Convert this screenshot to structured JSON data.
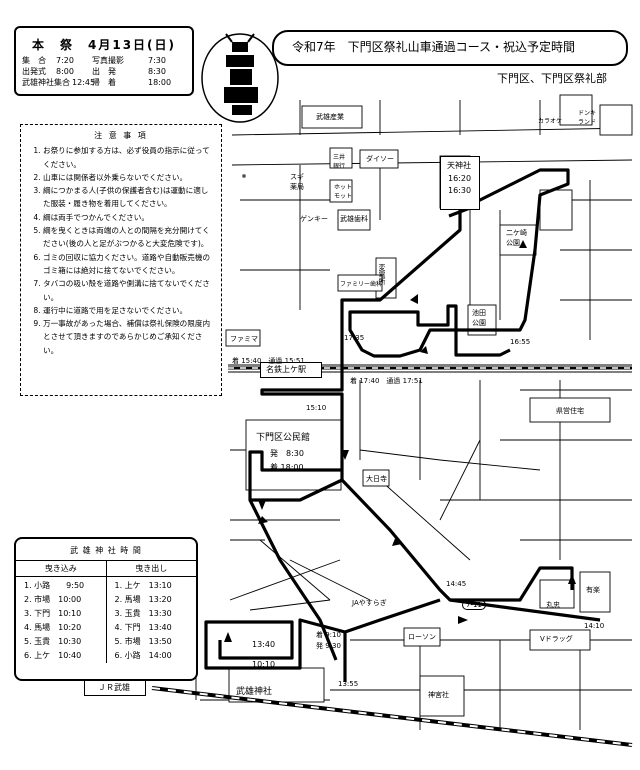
{
  "header": {
    "title": "令和7年　下門区祭礼山車通過コース・祝込予定時間",
    "org": "下門区、下門区祭礼部"
  },
  "schedule": {
    "title": "本　祭　4月13日(日)",
    "rows": [
      {
        "label": "集　合",
        "time": "7:20",
        "label2": "写真撮影",
        "time2": "7:30"
      },
      {
        "label": "出発式",
        "time": "8:00",
        "label2": "出　発",
        "time2": "8:30"
      },
      {
        "label": "武雄神社集合",
        "time": "12:45",
        "label2": "帰　着",
        "time2": "18:00"
      }
    ]
  },
  "notes": {
    "title": "注 意 事 項",
    "items": [
      "お祭りに参加する方は、必ず役員の指示に従ってください。",
      "山車には関係者以外乗らないでください。",
      "綱につかまる人(子供の保護者含む)は運動に適した服装・履き物を着用してください。",
      "綱は両手でつかんでください。",
      "綱を曳くときは両端の人との間隔を充分開けてください(後の人と足がぶつかると大変危険です)。",
      "ゴミの回収に協力ください。道路や自動販売機のゴミ箱には絶対に捨てないでください。",
      "タバコの吸い殻を道路や側溝に捨てないでください。",
      "運行中に道路で用を足さないでください。",
      "万一事故があった場合、補償は祭礼保険の限度内とさせて頂きますのであらかじめご承知ください。"
    ]
  },
  "shrine_schedule": {
    "title": "武 雄 神 社 時 間",
    "col_in": "曳き込み",
    "col_out": "曳き出し",
    "in": [
      "1. 小路　　9:50",
      "2. 市場　10:00",
      "3. 下門　10:10",
      "4. 馬場　10:20",
      "5. 玉貴　10:30",
      "6. 上ケ　10:40"
    ],
    "out": [
      "1. 上ケ　13:10",
      "2. 馬場　13:20",
      "3. 玉貴　13:30",
      "4. 下門　13:40",
      "5. 市場　13:50",
      "6. 小路　14:00"
    ]
  },
  "map": {
    "stations": {
      "jr": "ＪＲ武雄",
      "meitetsu": "名鉄上ケ駅"
    },
    "tenjinsha": {
      "name": "天神社",
      "t1": "16:20",
      "t2": "16:30"
    },
    "kominkan": {
      "name": "下門区公民館",
      "dep": "発　8:30",
      "arr": "着 18:00"
    },
    "times": {
      "t1735": "17:35",
      "t1655": "16:55",
      "t1540": "着 15:40　通過 15:51",
      "t1740": "着 17:40　通過 17:51",
      "t1510": "15:10",
      "t1445": "14:45",
      "t1410": "14:10",
      "t1340": "13:40",
      "t1010": "10:10",
      "t910": "着 9:10",
      "t930": "発 9:30",
      "t1355": "13:55"
    },
    "labels": {
      "takeo_sangyo": "武雄産業",
      "sanigado": "三井\n銀行",
      "daiso": "ダイソー",
      "sugi": "スギ\n薬局",
      "hotmotto": "ホット\nモット",
      "genki": "ゲンキー",
      "takeo_shika": "武雄歯科",
      "famima_shika": "ファミリー歯科",
      "famima": "ファミマ",
      "henden": "変電所",
      "ikeda": "池田\n公園",
      "nikozaki": "二ケ崎\n公園",
      "kenei": "県営住宅",
      "oodera": "大日寺",
      "ja": "JAやすらぎ",
      "eleven": "7-11",
      "maruchu": "丸忠",
      "vdrug": "Vドラッグ",
      "ariie": "有楽",
      "lawson": "ローソン",
      "takeo_jinja": "武雄神社",
      "jingusha": "神宮社",
      "karaoke": "カラオケ",
      "drugland": "ドンキ\nランド"
    }
  }
}
